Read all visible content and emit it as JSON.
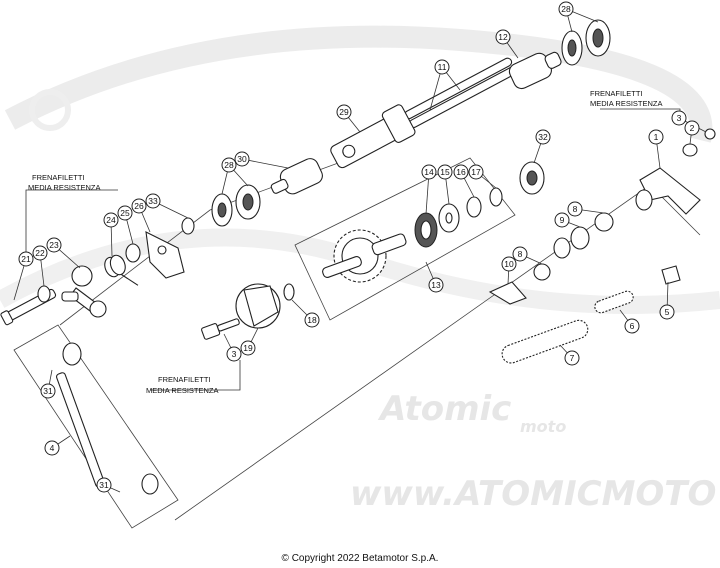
{
  "callouts": [
    {
      "id": "c1",
      "label": "1"
    },
    {
      "id": "c2",
      "label": "2"
    },
    {
      "id": "c3a",
      "label": "3"
    },
    {
      "id": "c3b",
      "label": "3"
    },
    {
      "id": "c4",
      "label": "4"
    },
    {
      "id": "c5",
      "label": "5"
    },
    {
      "id": "c6",
      "label": "6"
    },
    {
      "id": "c7",
      "label": "7"
    },
    {
      "id": "c8a",
      "label": "8"
    },
    {
      "id": "c8b",
      "label": "8"
    },
    {
      "id": "c9",
      "label": "9"
    },
    {
      "id": "c10",
      "label": "10"
    },
    {
      "id": "c11",
      "label": "11"
    },
    {
      "id": "c12",
      "label": "12"
    },
    {
      "id": "c13",
      "label": "13"
    },
    {
      "id": "c14",
      "label": "14"
    },
    {
      "id": "c15",
      "label": "15"
    },
    {
      "id": "c16",
      "label": "16"
    },
    {
      "id": "c17",
      "label": "17"
    },
    {
      "id": "c18",
      "label": "18"
    },
    {
      "id": "c19",
      "label": "19"
    },
    {
      "id": "c21",
      "label": "21"
    },
    {
      "id": "c22",
      "label": "22"
    },
    {
      "id": "c23",
      "label": "23"
    },
    {
      "id": "c24",
      "label": "24"
    },
    {
      "id": "c25",
      "label": "25"
    },
    {
      "id": "c26",
      "label": "26"
    },
    {
      "id": "c28a",
      "label": "28"
    },
    {
      "id": "c28b",
      "label": "28"
    },
    {
      "id": "c29",
      "label": "29"
    },
    {
      "id": "c30",
      "label": "30"
    },
    {
      "id": "c31a",
      "label": "31"
    },
    {
      "id": "c31b",
      "label": "31"
    },
    {
      "id": "c32",
      "label": "32"
    },
    {
      "id": "c33",
      "label": "33"
    }
  ],
  "notes": {
    "left": {
      "line1": "FRENAFILETTI",
      "line2": "MEDIA RESISTENZA"
    },
    "right": {
      "line1": "FRENAFILETTI",
      "line2": "MEDIA RESISTENZA"
    },
    "bottom": {
      "line1": "FRENAFILETTI",
      "line2": "MEDIA RESISTENZA"
    }
  },
  "watermark": {
    "brand": "Atomic",
    "brand_sub": "moto",
    "url": "www.ATOMICMOTO"
  },
  "copyright": "© Copyright 2022 Betamotor S.p.A."
}
